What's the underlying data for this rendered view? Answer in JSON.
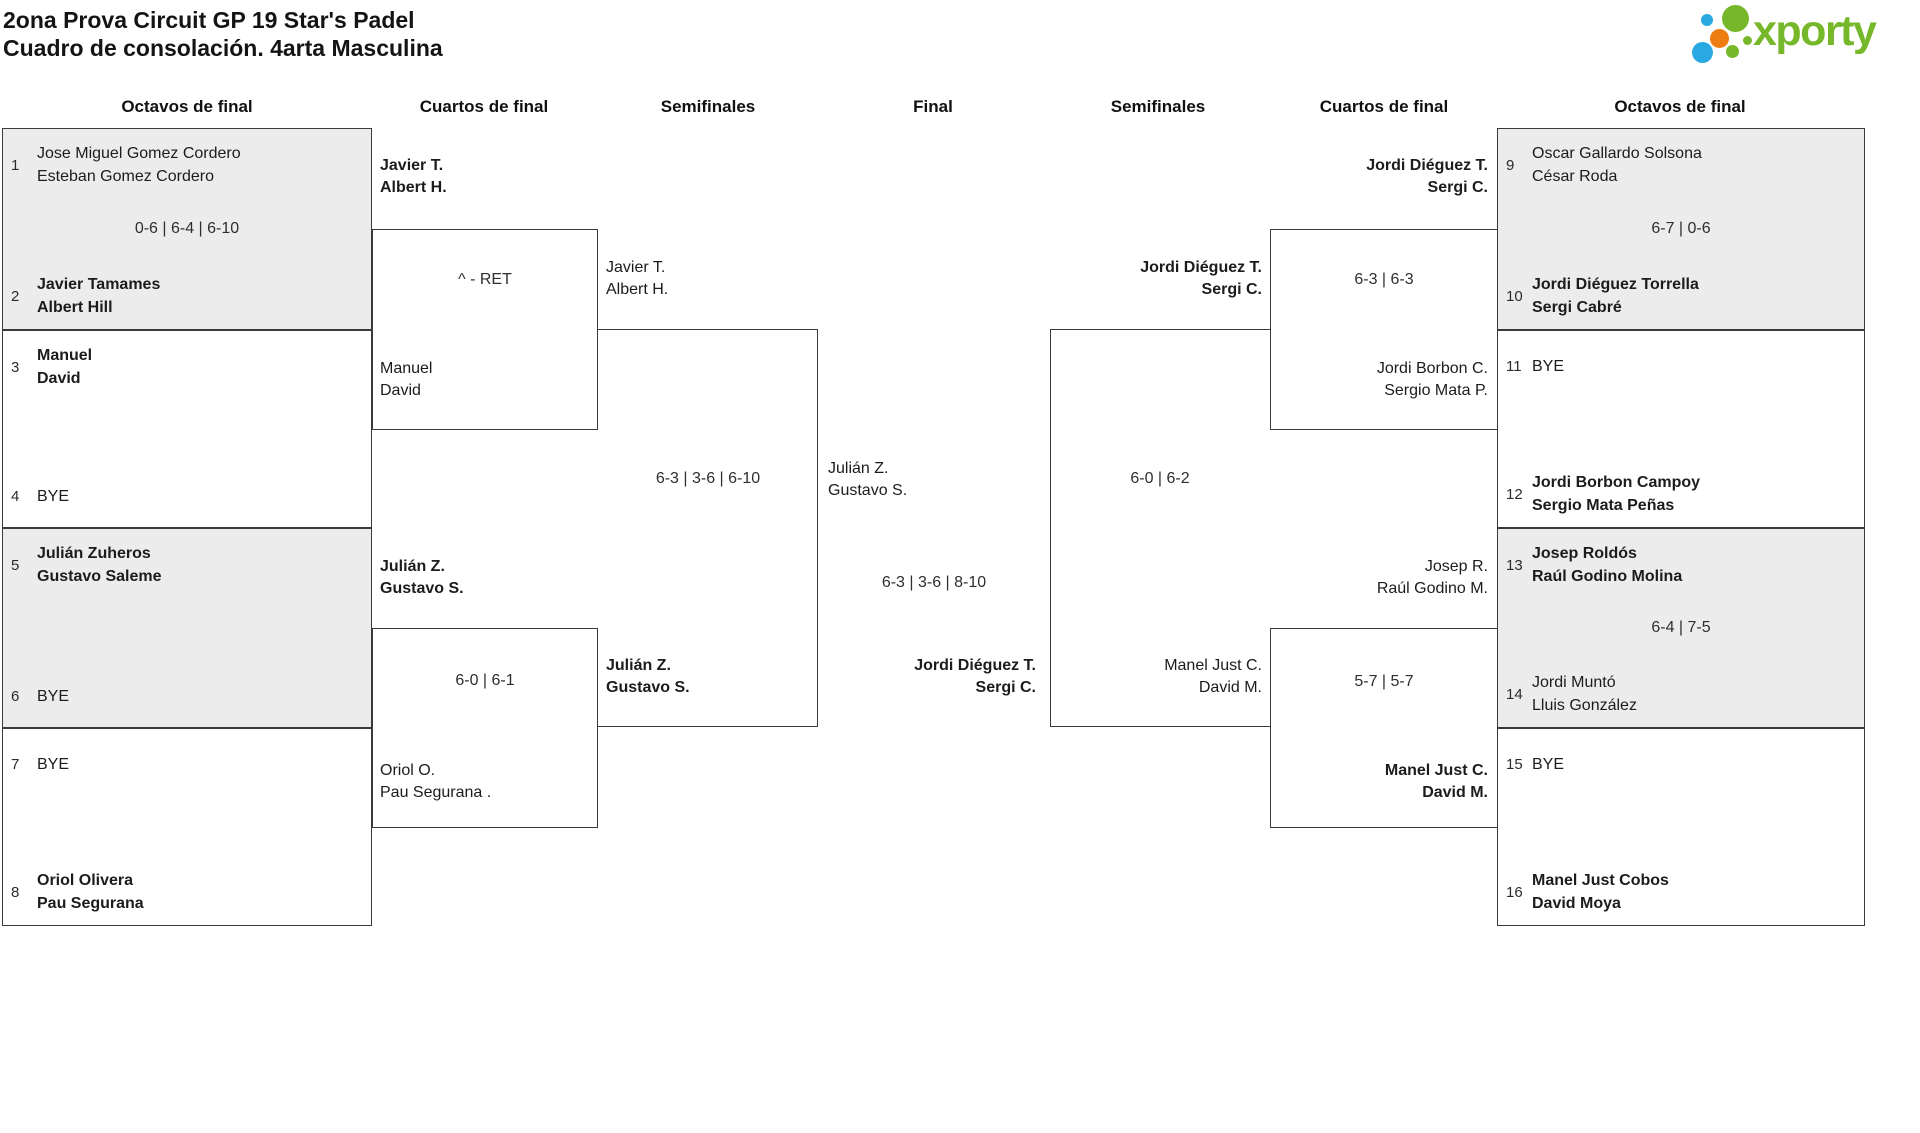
{
  "title": {
    "line1": "2ona Prova Circuit GP 19 Star's Padel",
    "line2": "Cuadro de consolación. 4arta Masculina"
  },
  "logo": {
    "text": "xporty",
    "green": "#76b82a",
    "blue": "#29a9e1",
    "orange": "#ee7d11"
  },
  "round_headers": [
    "Octavos de final",
    "Cuartos de final",
    "Semifinales",
    "Final",
    "Semifinales",
    "Cuartos de final",
    "Octavos de final"
  ],
  "octavos": [
    {
      "top": {
        "seed": "1",
        "line1": "Jose Miguel Gomez Cordero",
        "line2": "Esteban Gomez Cordero"
      },
      "score": "0-6 | 6-4 | 6-10",
      "bottom": {
        "seed": "2",
        "line1": "Javier Tamames",
        "line2": "Albert Hill"
      }
    },
    {
      "top": {
        "seed": "3",
        "line1": "Manuel",
        "line2": "David"
      },
      "score": "",
      "bottom": {
        "seed": "4",
        "line1": "BYE"
      }
    },
    {
      "top": {
        "seed": "5",
        "line1": "Julián Zuheros",
        "line2": "Gustavo Saleme"
      },
      "score": "",
      "bottom": {
        "seed": "6",
        "line1": "BYE"
      }
    },
    {
      "top": {
        "seed": "7",
        "line1": "BYE"
      },
      "score": "",
      "bottom": {
        "seed": "8",
        "line1": "Oriol Olivera",
        "line2": "Pau Segurana"
      }
    },
    {
      "top": {
        "seed": "9",
        "line1": "Oscar Gallardo Solsona",
        "line2": "César Roda"
      },
      "score": "6-7 | 0-6",
      "bottom": {
        "seed": "10",
        "line1": "Jordi Diéguez Torrella",
        "line2": "Sergi Cabré"
      }
    },
    {
      "top": {
        "seed": "11",
        "line1": "BYE"
      },
      "score": "",
      "bottom": {
        "seed": "12",
        "line1": "Jordi Borbon Campoy",
        "line2": "Sergio Mata Peñas"
      }
    },
    {
      "top": {
        "seed": "13",
        "line1": "Josep Roldós",
        "line2": "Raúl Godino Molina"
      },
      "score": "6-4 | 7-5",
      "bottom": {
        "seed": "14",
        "line1": "Jordi Muntó",
        "line2": "Lluis González"
      }
    },
    {
      "top": {
        "seed": "15",
        "line1": "BYE"
      },
      "score": "",
      "bottom": {
        "seed": "16",
        "line1": "Manel Just Cobos",
        "line2": "David Moya"
      }
    }
  ],
  "matches": {
    "qf_left_1": {
      "top1": "Javier T.",
      "top2": "Albert H.",
      "score": "^ - RET",
      "bot1": "Manuel",
      "bot2": "David"
    },
    "qf_left_2": {
      "top1": "Julián Z.",
      "top2": "Gustavo S.",
      "score": "6-0 | 6-1",
      "bot1": "Oriol O.",
      "bot2": "Pau Segurana ."
    },
    "sf_left": {
      "top1": "Javier T.",
      "top2": "Albert H.",
      "score": "6-3 | 3-6 | 6-10",
      "bot1": "Julián Z.",
      "bot2": "Gustavo S."
    },
    "final": {
      "top1": "Julián Z.",
      "top2": "Gustavo S.",
      "score": "6-3 | 3-6 | 8-10",
      "bot1": "Jordi Diéguez T.",
      "bot2": "Sergi C."
    },
    "sf_right": {
      "top1": "Jordi Diéguez T.",
      "top2": "Sergi C.",
      "score": "6-0 | 6-2",
      "bot1": "Manel Just C.",
      "bot2": "David M."
    },
    "qf_right_1": {
      "top1": "Jordi Diéguez T.",
      "top2": "Sergi C.",
      "score": "6-3 | 6-3",
      "bot1": "Jordi Borbon C.",
      "bot2": "Sergio Mata P."
    },
    "qf_right_2": {
      "top1": "Josep R.",
      "top2": "Raúl Godino M.",
      "score": "5-7 | 5-7",
      "bot1": "Manel Just C.",
      "bot2": "David M."
    }
  }
}
